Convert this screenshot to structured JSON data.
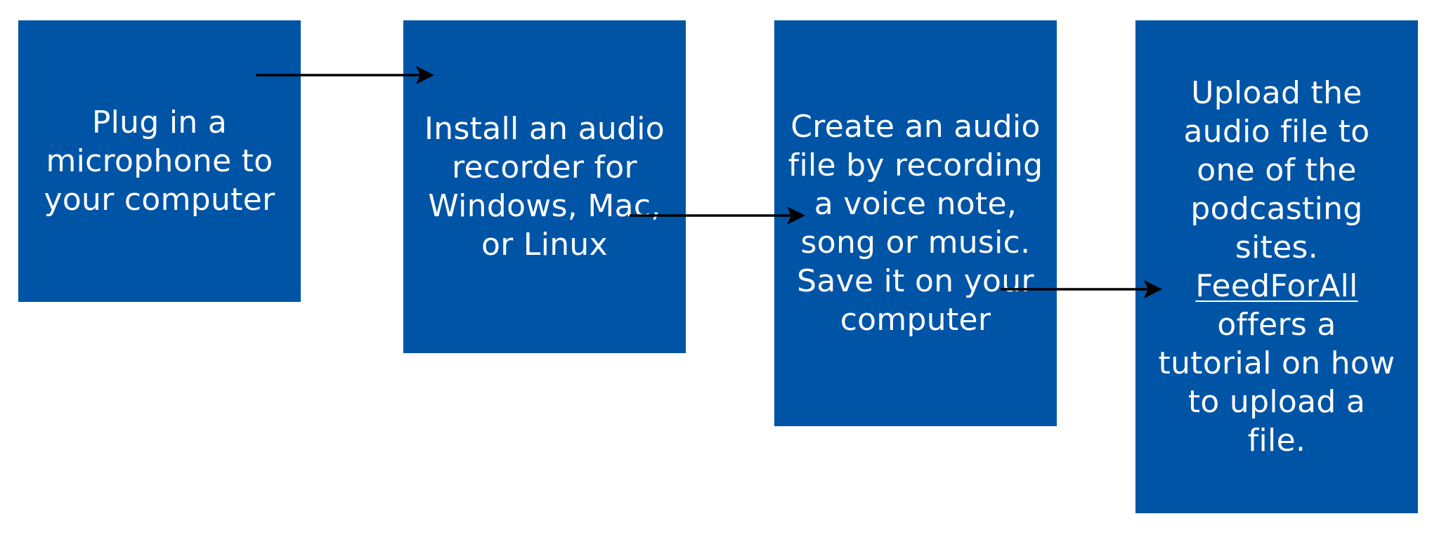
{
  "colors": {
    "box_fill": "#0054a6",
    "box_text": "#ffffff",
    "arrow": "#000000",
    "background": "#ffffff"
  },
  "steps": [
    {
      "lines": [
        "Plug in a",
        "microphone to",
        "your computer"
      ]
    },
    {
      "lines": [
        "Install an audio",
        "recorder for",
        "Windows, Mac,",
        "or Linux"
      ]
    },
    {
      "lines": [
        "Create an audio",
        "file by recording",
        "a voice note,",
        "song or music.",
        "Save it on your",
        "computer"
      ]
    },
    {
      "lines": [
        "Upload the",
        "audio file to",
        "one of the",
        "podcasting",
        "sites.",
        "FeedForAll",
        "offers a",
        "tutorial on how",
        "to upload a",
        "file."
      ],
      "link_text": "FeedForAll"
    }
  ]
}
